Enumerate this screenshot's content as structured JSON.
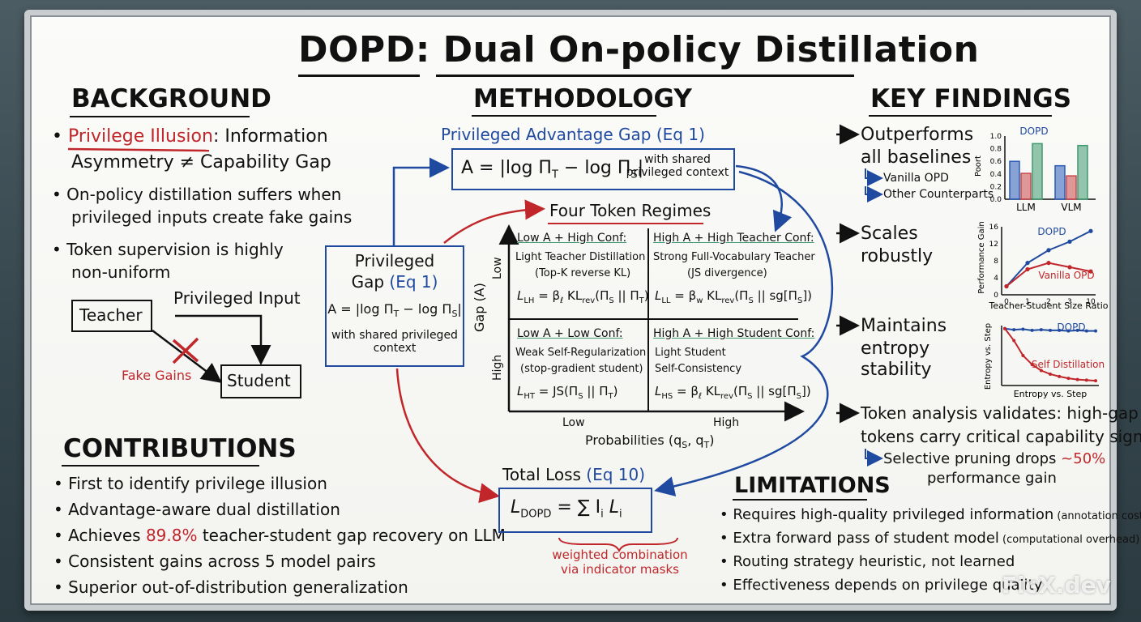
{
  "title": "DOPD: Dual On-policy Distillation",
  "background": {
    "heading": "BACKGROUND",
    "b1_term": "Privilege Illusion",
    "b1_rest": ": Information",
    "b1_line2": "Asymmetry ≠ Capability Gap",
    "b2_line1": "On-policy distillation suffers when",
    "b2_line2": "privileged inputs create fake gains",
    "b3_line1": "Token supervision is highly",
    "b3_line2": "non-uniform",
    "teacher": "Teacher",
    "student": "Student",
    "privileged_input": "Privileged Input",
    "fake_gains": "Fake Gains"
  },
  "contributions": {
    "heading": "CONTRIBUTIONS",
    "c1": "First to identify privilege illusion",
    "c2": "Advantage-aware dual distillation",
    "c3_pre": "Achieves ",
    "c3_num": "89.8%",
    "c3_post": " teacher-student gap recovery on LLM",
    "c4": "Consistent gains across 5 model pairs",
    "c5": "Superior out-of-distribution generalization"
  },
  "methodology": {
    "heading": "METHODOLOGY",
    "gap_title": "Privileged Advantage Gap (Eq 1)",
    "gap_formula": "A = |log Π",
    "gap_formula_mid": " − log Π",
    "gap_formula_end": "|",
    "gap_note1": "with shared",
    "gap_note2": "privileged context",
    "sub_t": "T",
    "sub_s": "S",
    "pg_line1": "Privileged",
    "pg_line2": "Gap ",
    "pg_eq": "(Eq 1)",
    "pg_formula": "A = |log Π",
    "pg_formula_mid": " − log Π",
    "pg_formula_end": "|",
    "pg_note1": "with shared privileged",
    "pg_note2": "context",
    "regimes_title": "Four Token Regimes",
    "y_axis": "Gap (A)",
    "y_low": "Low",
    "y_high": "High",
    "x_low": "Low",
    "x_high": "High",
    "x_axis": "Probabilities (q",
    "x_axis_mid": ", q",
    "x_axis_end": ")",
    "q1_head": "Low A + High Conf:",
    "q1_l1": "Light Teacher Distillation",
    "q1_l2": "(Top-K reverse KL)",
    "q1_formula": "L",
    "q1_sub": "LH",
    "q1_rhs": " = β",
    "q1_rhs2": " KL",
    "q1_rhs3": "(Π",
    "q1_rhs4": " || Π",
    "q1_rhs5": ")",
    "q2_head": "High A + High Teacher Conf:",
    "q2_l1": "Strong Full-Vocabulary Teacher",
    "q2_l2": "(JS divergence)",
    "q2_formula": "L",
    "q2_sub": "LL",
    "q2_rhs": " = β",
    "q2_rhs2": " KL",
    "q2_rhs3": "(Π",
    "q2_rhs4": " || sg[Π",
    "q2_rhs5": "])",
    "q3_head": "Low A + Low Conf:",
    "q3_l1": "Weak Self-Regularization",
    "q3_l2": "(stop-gradient student)",
    "q3_formula": "L",
    "q3_sub": "HT",
    "q3_rhs": " = JS(Π",
    "q3_rhs2": " || Π",
    "q3_rhs3": ")",
    "q4_head": "High A + High Student Conf:",
    "q4_l1": "Light Student",
    "q4_l2": "Self-Consistency",
    "q4_formula": "L",
    "q4_sub": "HS",
    "q4_rhs": " = β",
    "q4_rhs2": " KL",
    "q4_rhs3": "(Π",
    "q4_rhs4": " || sg[Π",
    "q4_rhs5": "])",
    "sub_l": "ℓ",
    "sub_w": "w",
    "sub_rev": "rev",
    "total_title": "Total Loss ",
    "total_eq": "(Eq 10)",
    "total_formula": "L",
    "total_sub": "DOPD",
    "total_rhs": " = ∑ I",
    "total_i": "i",
    "total_rhs2": " L",
    "total_note1": "weighted combination",
    "total_note2": "via indicator masks"
  },
  "findings": {
    "heading": "KEY FINDINGS",
    "f1_l1": "Outperforms",
    "f1_l2": "all baselines",
    "f1_s1": "Vanilla OPD",
    "f1_s2": "Other Counterparts",
    "bar_title": "DOPD",
    "bar_ylabel": "Poort",
    "bar_ticks": [
      "1.0",
      "0.8",
      "0.6",
      "0.4",
      "0.2",
      "0.0"
    ],
    "f2_l1": "Scales",
    "f2_l2": "robustly",
    "line_ylabel": "Performance Gain",
    "line_xlabel": "Teacher-Student Size Ratio",
    "line_yticks": [
      "16",
      "12",
      "8",
      "4",
      "0"
    ],
    "line_xticks": [
      "0",
      "1",
      "2",
      "3",
      "10"
    ],
    "line_dopd": "DOPD",
    "line_vanilla": "Vanilla OPD",
    "f3_l1": "Maintains",
    "f3_l2": "entropy",
    "f3_l3": "stability",
    "ent_ylabel": "Entropy vs. Step",
    "ent_xlabel": "Entropy vs. Step",
    "ent_dopd": "DOPD",
    "ent_self": "Self Distillation",
    "f4_l1": "Token analysis validates: high-gap",
    "f4_l2": "tokens carry critical capability signals",
    "f4_s1_pre": "Selective pruning drops ",
    "f4_s1_num": "~50%",
    "f4_s2": "performance gain"
  },
  "limitations": {
    "heading": "LIMITATIONS",
    "l1": "Requires high-quality privileged information",
    "l1_note": " (annotation cost)",
    "l2": "Extra forward pass of student model",
    "l2_note": " (computational overhead)",
    "l3": "Routing strategy heuristic, not learned",
    "l4": "Effectiveness depends on privilege quality"
  },
  "watermark": "FicX.dev",
  "chart_data": [
    {
      "type": "bar",
      "title": "DOPD",
      "ylabel": "Poort",
      "categories": [
        "LLM",
        "VLM"
      ],
      "ylim": [
        0,
        1.0
      ],
      "series": [
        {
          "values": [
            0.6,
            0.53
          ]
        },
        {
          "values": [
            0.41,
            0.37
          ]
        },
        {
          "values": [
            0.88,
            0.85
          ]
        }
      ],
      "colors": [
        "#2b5bb8",
        "#c9484a",
        "#3f9a70"
      ]
    },
    {
      "type": "line",
      "xlabel": "Teacher-Student Size Ratio",
      "ylabel": "Performance Gain",
      "categories": [
        "0",
        "1",
        "2",
        "3",
        "10"
      ],
      "ylim": [
        0,
        16
      ],
      "series": [
        {
          "name": "DOPD",
          "values": [
            2,
            7.5,
            10.5,
            12.5,
            15
          ]
        },
        {
          "name": "Vanilla OPD",
          "values": [
            2,
            6,
            7.5,
            6.5,
            5.5
          ]
        }
      ],
      "colors": [
        "#1f4aa0",
        "#c0262a"
      ]
    },
    {
      "type": "line",
      "xlabel": "Entropy vs. Step",
      "ylabel": "Entropy vs. Step",
      "x": [
        0,
        1,
        2,
        3,
        4,
        5,
        6,
        7,
        8,
        9,
        10
      ],
      "series": [
        {
          "name": "DOPD",
          "values": [
            0.95,
            0.93,
            0.94,
            0.92,
            0.93,
            0.92,
            0.92,
            0.91,
            0.92,
            0.91,
            0.91
          ]
        },
        {
          "name": "Self Distillation",
          "values": [
            0.95,
            0.75,
            0.5,
            0.35,
            0.25,
            0.19,
            0.15,
            0.12,
            0.1,
            0.09,
            0.08
          ]
        }
      ],
      "ylim": [
        0,
        1
      ],
      "colors": [
        "#1f4aa0",
        "#c0262a"
      ]
    }
  ]
}
